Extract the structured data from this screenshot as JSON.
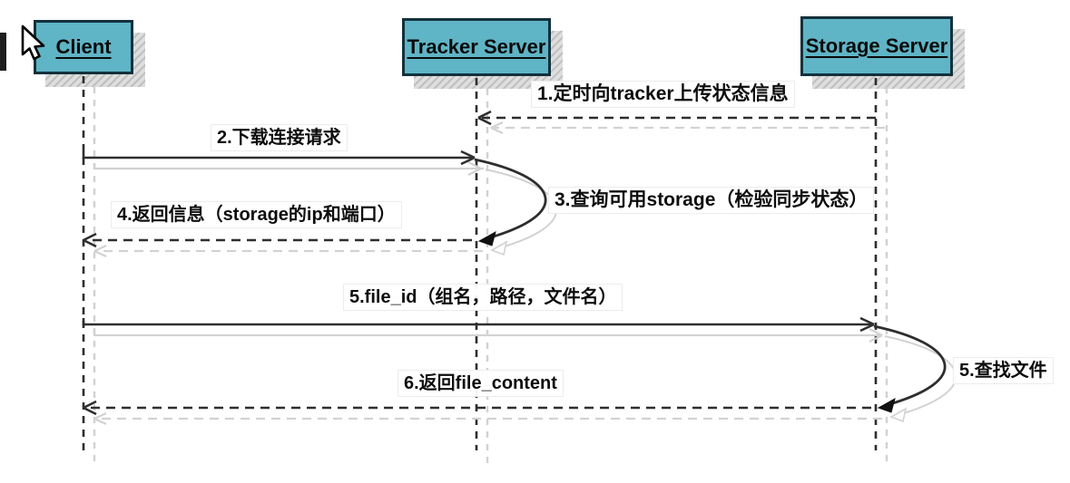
{
  "actors": [
    {
      "id": "client",
      "label": "Client"
    },
    {
      "id": "tracker",
      "label": "Tracker Server"
    },
    {
      "id": "storage",
      "label": "Storage Server"
    }
  ],
  "messages": [
    {
      "id": "m1",
      "label": "1.定时向tracker上传状态信息",
      "from": "storage",
      "to": "tracker",
      "line": "dashed"
    },
    {
      "id": "m2",
      "label": "2.下载连接请求",
      "from": "client",
      "to": "tracker",
      "line": "solid"
    },
    {
      "id": "m3",
      "label": "3.查询可用storage（检验同步状态）",
      "type": "self-loop",
      "actor": "tracker"
    },
    {
      "id": "m4",
      "label": "4.返回信息（storage的ip和端口）",
      "from": "tracker",
      "to": "client",
      "line": "dashed"
    },
    {
      "id": "m5",
      "label": "5.file_id（组名，路径，文件名）",
      "from": "client",
      "to": "storage",
      "line": "solid"
    },
    {
      "id": "m5b",
      "label": "5.查找文件",
      "type": "self-loop",
      "actor": "storage"
    },
    {
      "id": "m6",
      "label": "6.返回file_content",
      "from": "storage",
      "to": "client",
      "line": "dashed"
    }
  ],
  "colors": {
    "actor_fill": "#5fb4c5",
    "actor_border": "#14313c",
    "box_shadow": "#c9c9c9",
    "line": "#2e2e2e",
    "line_shadow": "#d2d2d2",
    "background": "#ffffff"
  },
  "cursor": {
    "icon": "arrow-pointer"
  }
}
